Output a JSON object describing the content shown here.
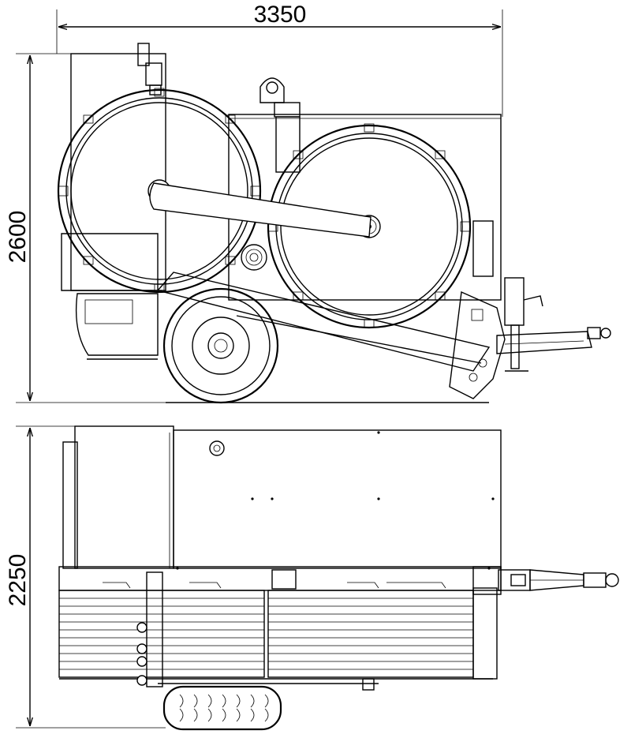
{
  "dimensions": {
    "length": "3350",
    "height": "2600",
    "width": "2250"
  },
  "colors": {
    "line": "#000000",
    "background": "#ffffff"
  }
}
